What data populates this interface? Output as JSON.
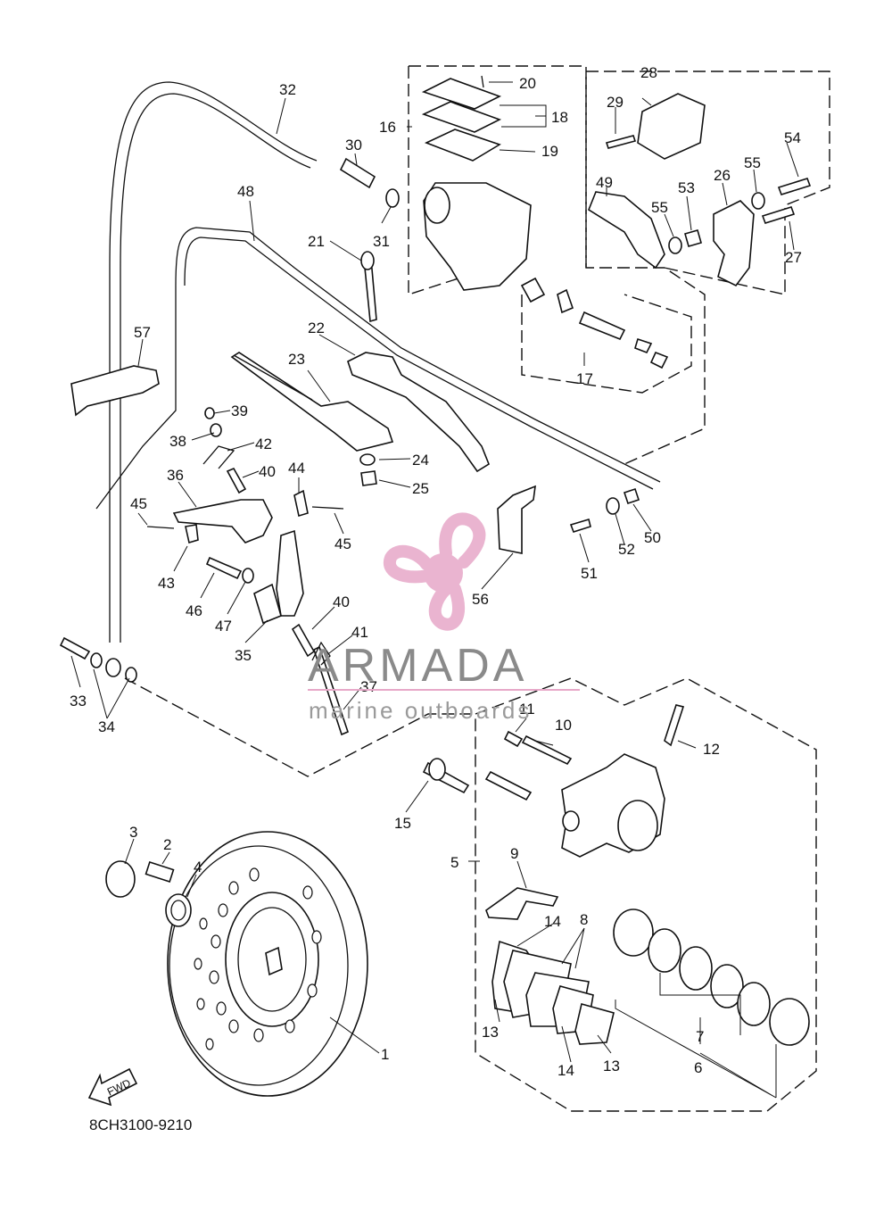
{
  "diagram_code": "8CH3100-9210",
  "fwd_label": "FWD",
  "watermark": {
    "brand": "ARMADA",
    "tagline": "marine outboards",
    "color": "#e7a8c8"
  },
  "callouts": [
    "1",
    "2",
    "3",
    "4",
    "5",
    "6",
    "7",
    "8",
    "9",
    "10",
    "11",
    "12",
    "13",
    "13",
    "14",
    "14",
    "15",
    "16",
    "17",
    "18",
    "19",
    "20",
    "21",
    "22",
    "23",
    "24",
    "25",
    "26",
    "27",
    "28",
    "29",
    "30",
    "31",
    "32",
    "33",
    "34",
    "35",
    "36",
    "37",
    "38",
    "39",
    "40",
    "40",
    "41",
    "42",
    "43",
    "44",
    "45",
    "45",
    "46",
    "47",
    "48",
    "49",
    "50",
    "51",
    "52",
    "53",
    "54",
    "55",
    "55",
    "56",
    "57"
  ]
}
